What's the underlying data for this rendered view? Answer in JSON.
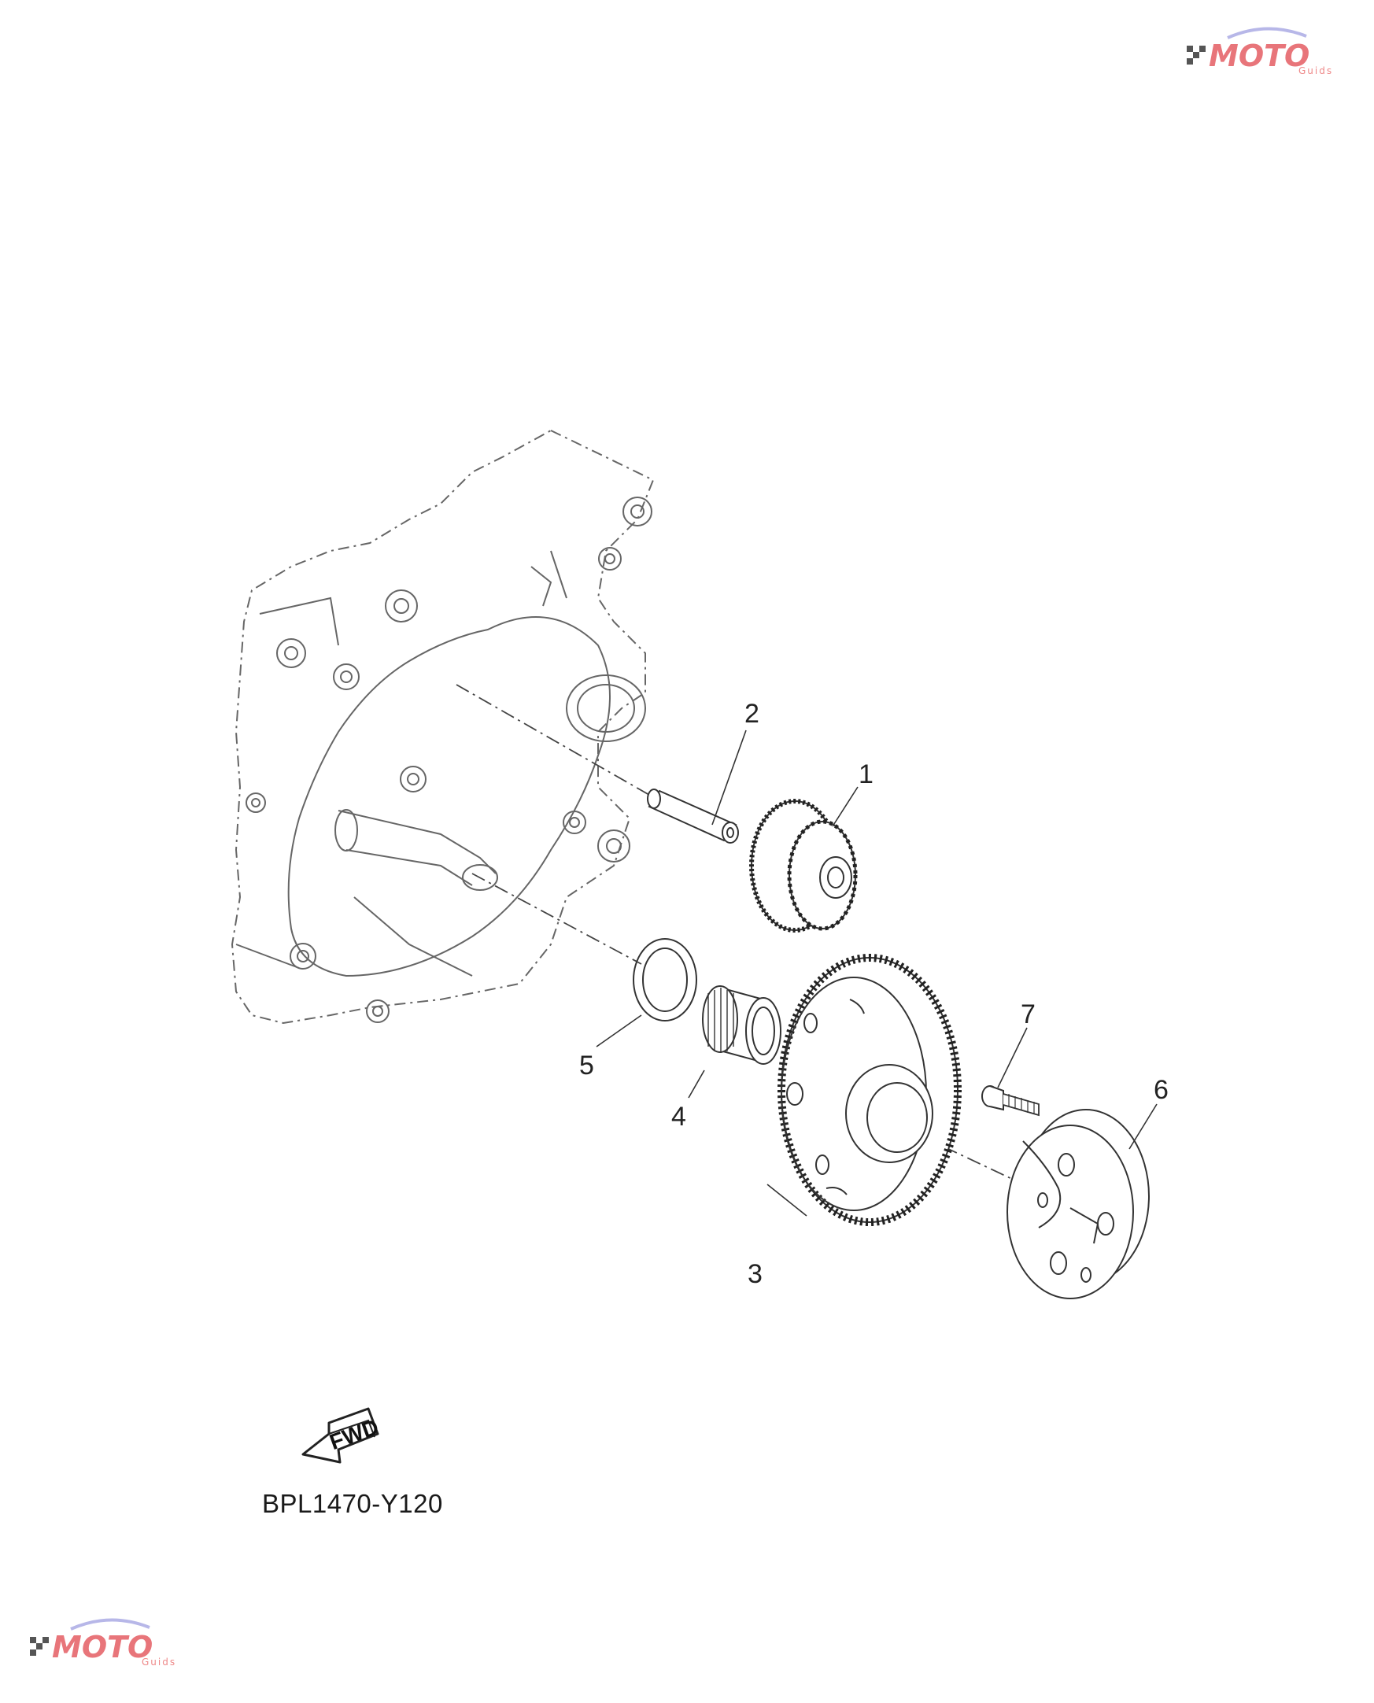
{
  "diagram": {
    "drawing_code": "BPL1470-Y120",
    "fwd_label": "FWD",
    "callouts": [
      "1",
      "2",
      "3",
      "4",
      "5",
      "6",
      "7"
    ]
  },
  "watermark": {
    "brand": "MOTO",
    "sub": "Guids",
    "color": "#e8757a"
  },
  "icons": {
    "fwd_arrow": "forward-arrow-icon",
    "logo": "moto-guids-logo-icon"
  }
}
